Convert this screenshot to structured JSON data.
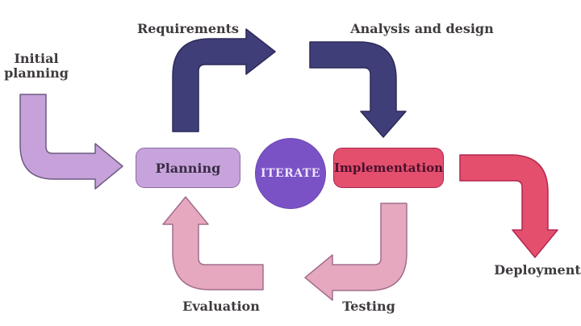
{
  "diagram": {
    "type": "iterative-development-cycle-flowchart",
    "stage_labels": {
      "initial_planning": "Initial planning",
      "requirements": "Requirements",
      "analysis_design": "Analysis and design",
      "deployment": "Deployment",
      "evaluation": "Evaluation",
      "testing": "Testing"
    },
    "nodes": {
      "planning": "Planning",
      "implementation": "Implementation",
      "iterate": "ITERATE"
    },
    "flow_order": [
      "Initial planning",
      "Planning",
      "Requirements",
      "Analysis and design",
      "Implementation",
      "Deployment / Testing",
      "Evaluation",
      "Planning (iterate)"
    ],
    "colors": {
      "initial_planning_arrow": "#c6a1da",
      "requirements_arrow": "#403e79",
      "analysis_design_arrow": "#403e79",
      "deployment_arrow": "#e44f6e",
      "testing_arrow": "#e6a8bf",
      "evaluation_arrow": "#e6a8bf",
      "planning_box_fill": "#c7a3db",
      "implementation_box_fill": "#e44f6e",
      "iterate_circle_fill": "#7b52c6",
      "label_text": "#3e3a3e",
      "background": "#ffffff"
    }
  }
}
